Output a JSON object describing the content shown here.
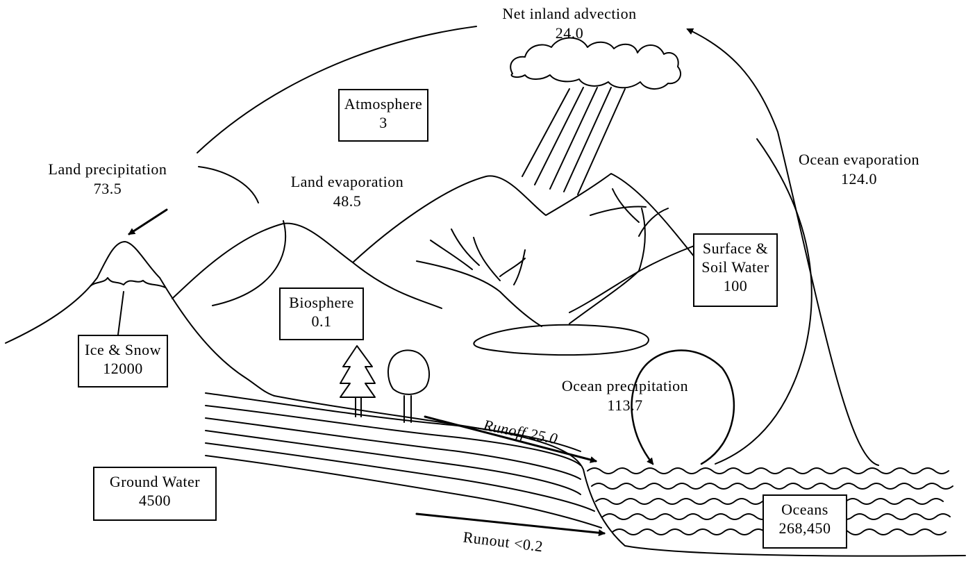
{
  "flows": {
    "net_inland_advection": {
      "label": "Net inland advection",
      "value": "24.0"
    },
    "land_precipitation": {
      "label": "Land precipitation",
      "value": "73.5"
    },
    "land_evaporation": {
      "label": "Land evaporation",
      "value": "48.5"
    },
    "ocean_evaporation": {
      "label": "Ocean evaporation",
      "value": "124.0"
    },
    "ocean_precipitation": {
      "label": "Ocean precipitation",
      "value": "113.7"
    },
    "runoff": {
      "label": "Runoff 25.0"
    },
    "runout": {
      "label": "Runout <0.2"
    }
  },
  "reservoirs": {
    "atmosphere": {
      "label": "Atmosphere",
      "value": "3"
    },
    "biosphere": {
      "label": "Biosphere",
      "value": "0.1"
    },
    "ice_snow": {
      "label": "Ice & Snow",
      "value": "12000"
    },
    "surface_soil": {
      "line1": "Surface &",
      "line2": "Soil Water",
      "value": "100"
    },
    "ground_water": {
      "label": "Ground Water",
      "value": "4500"
    },
    "oceans": {
      "label": "Oceans",
      "value": "268,450"
    }
  }
}
